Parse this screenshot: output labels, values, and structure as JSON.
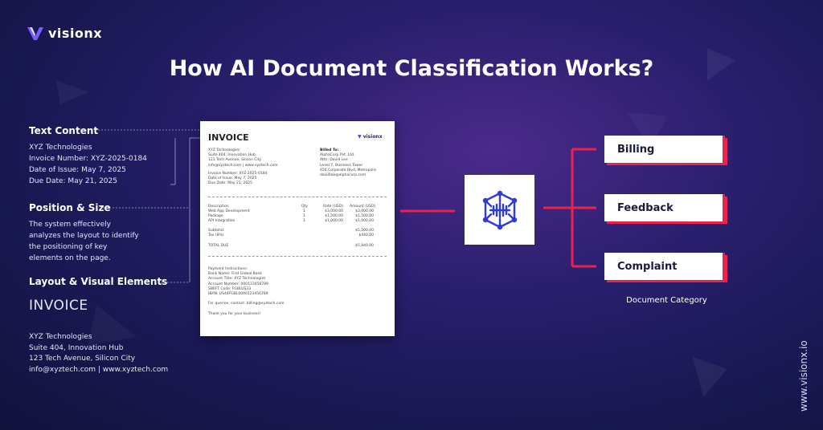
{
  "brand": {
    "name": "visionx"
  },
  "title": "How AI Document Classification Works?",
  "left": {
    "text_content": {
      "heading": "Text Content",
      "lines": [
        "XYZ Technologies",
        "Invoice Number: XYZ-2025-0184",
        "Date of Issue: May 7, 2025",
        "Due Date: May 21, 2025"
      ]
    },
    "position_size": {
      "heading": "Position & Size",
      "lines": [
        "The system effectively",
        "analyzes the layout to identify",
        "the positioning of key",
        "elements on the page."
      ]
    },
    "layout_visual": {
      "heading": "Layout & Visual Elements",
      "invoice_word": "INVOICE",
      "lines": [
        "XYZ Technologies",
        "Suite 404, Innovation Hub",
        "123 Tech Avenue, Silicon City",
        "info@xyztech.com | www.xyztech.com"
      ]
    }
  },
  "invoice": {
    "title": "INVOICE",
    "logo": "visionx",
    "from": [
      "XYZ Technologies",
      "Suite 404, Innovation Hub",
      "123 Tech Avenue, Silicon City",
      "info@xyztech.com | www.xyztech.com"
    ],
    "meta": [
      "Invoice Number: XYZ-2025-0184",
      "Date of Issue: May 7, 2025",
      "Due Date: May 21, 2025"
    ],
    "billed_to_label": "Billed To:",
    "billed_to": [
      "AlphaCorp Pvt. Ltd.",
      "Attn: David Lee",
      "Level 7, Business Tower",
      "456 Corporate Blvd, Metropolis",
      "davidlee@alphacorp.com"
    ],
    "columns": [
      "Description",
      "Qty",
      "Rate (USD)",
      "Amount (USD)"
    ],
    "rows": [
      [
        "Web App Development",
        "1",
        "$3,000.00",
        "$3,000.00"
      ],
      [
        "Package",
        "1",
        "$1,500.00",
        "$1,500.00"
      ],
      [
        "API Integration",
        "1",
        "$1,000.00",
        "$1,000.00"
      ]
    ],
    "subtotal_label": "Subtotal:",
    "subtotal": "$5,500.00",
    "tax_label": "Tax (8%)",
    "tax": "$440.00",
    "total_label": "TOTAL DUE",
    "total": "$5,940.00",
    "payment": [
      "Payment Instructions:",
      "Bank Name: First Global Bank",
      "Account Title: XYZ Technologies",
      "Account Number: 000123456789",
      "SWIFT Code: FGBLUS33",
      "IBAN: US44FGBL0000123456789"
    ],
    "queries": "For queries, contact: billing@xyztech.com",
    "thanks": "Thank you for your business!"
  },
  "categories": [
    "Billing",
    "Feedback",
    "Complaint"
  ],
  "category_label": "Document Category",
  "watermark": "www.visionx.io",
  "colors": {
    "accent": "#e8234f",
    "brand_blue": "#2f3bd6",
    "bg": "#1a1955"
  }
}
